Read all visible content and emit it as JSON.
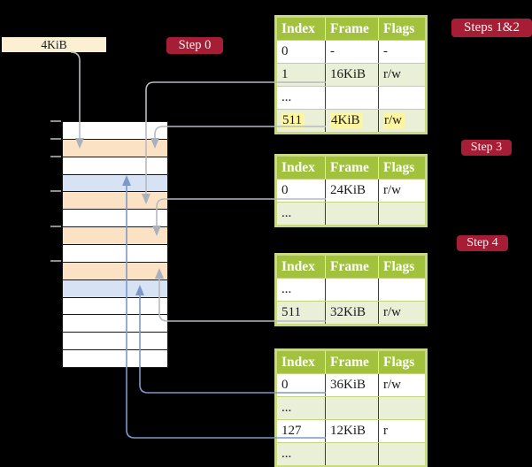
{
  "colors": {
    "background": "#000000",
    "header_green": "#a2c13c",
    "row_green": "#eaefd8",
    "table_border": "#c9da83",
    "orange": "#fbe2c5",
    "blue_row": "#d7e3f4",
    "cream": "#fbf1d2",
    "badge_red": "#a61e35",
    "highlight_yellow": "#fdf5a0",
    "gray_line": "#b6bbc1",
    "gray_arrow": "#a9b1bb",
    "blue_line": "#7d98c8"
  },
  "frame_label": {
    "text": "4KiB"
  },
  "badges": {
    "step0": "Step 0",
    "steps12": "Steps 1&2",
    "step3": "Step 3",
    "step4": "Step 4"
  },
  "tables": {
    "t1": {
      "headers": [
        "Index",
        "Frame",
        "Flags"
      ],
      "rows": [
        {
          "index": "0",
          "frame": "-",
          "flags": "-",
          "shade": "white",
          "highlight": false
        },
        {
          "index": "1",
          "frame": "16KiB",
          "flags": "r/w",
          "shade": "green",
          "highlight": false
        },
        {
          "index": "...",
          "frame": "",
          "flags": "",
          "shade": "white",
          "highlight": false
        },
        {
          "index": "511",
          "frame": "4KiB",
          "flags": "r/w",
          "shade": "green",
          "highlight": true
        }
      ]
    },
    "t2": {
      "headers": [
        "Index",
        "Frame",
        "Flags"
      ],
      "rows": [
        {
          "index": "0",
          "frame": "24KiB",
          "flags": "r/w",
          "shade": "white",
          "highlight": false
        },
        {
          "index": "...",
          "frame": "",
          "flags": "",
          "shade": "green",
          "highlight": false
        }
      ]
    },
    "t3": {
      "headers": [
        "Index",
        "Frame",
        "Flags"
      ],
      "rows": [
        {
          "index": "...",
          "frame": "",
          "flags": "",
          "shade": "white",
          "highlight": false
        },
        {
          "index": "511",
          "frame": "32KiB",
          "flags": "r/w",
          "shade": "green",
          "highlight": false
        }
      ]
    },
    "t4": {
      "headers": [
        "Index",
        "Frame",
        "Flags"
      ],
      "rows": [
        {
          "index": "0",
          "frame": "36KiB",
          "flags": "r/w",
          "shade": "white",
          "highlight": false
        },
        {
          "index": "...",
          "frame": "",
          "flags": "",
          "shade": "green",
          "highlight": false
        },
        {
          "index": "127",
          "frame": "12KiB",
          "flags": "r",
          "shade": "white",
          "highlight": false
        },
        {
          "index": "...",
          "frame": "",
          "flags": "",
          "shade": "green",
          "highlight": false
        }
      ]
    }
  },
  "memory": {
    "row_colors": [
      "white",
      "orange",
      "white",
      "blue",
      "orange",
      "white",
      "orange",
      "white",
      "orange",
      "blue",
      "white",
      "white",
      "white",
      "white"
    ],
    "tick_boundaries": [
      0,
      1,
      2,
      4,
      6,
      8
    ]
  },
  "connectors": [
    {
      "from": "frame-size-label",
      "to": "memory-frame-4KiB",
      "color": "gray"
    },
    {
      "from": "t1-row-index-1",
      "to": "memory-frame-16KiB",
      "color": "gray"
    },
    {
      "from": "t1-row-index-511",
      "to": "memory-frame-4KiB",
      "color": "gray"
    },
    {
      "from": "t2-row-index-0",
      "to": "memory-frame-24KiB",
      "color": "gray"
    },
    {
      "from": "t3-row-index-511",
      "to": "memory-frame-32KiB",
      "color": "gray"
    },
    {
      "from": "t4-row-index-0",
      "to": "memory-frame-36KiB",
      "color": "blue"
    },
    {
      "from": "t4-row-index-127",
      "to": "memory-frame-12KiB",
      "color": "blue"
    }
  ]
}
